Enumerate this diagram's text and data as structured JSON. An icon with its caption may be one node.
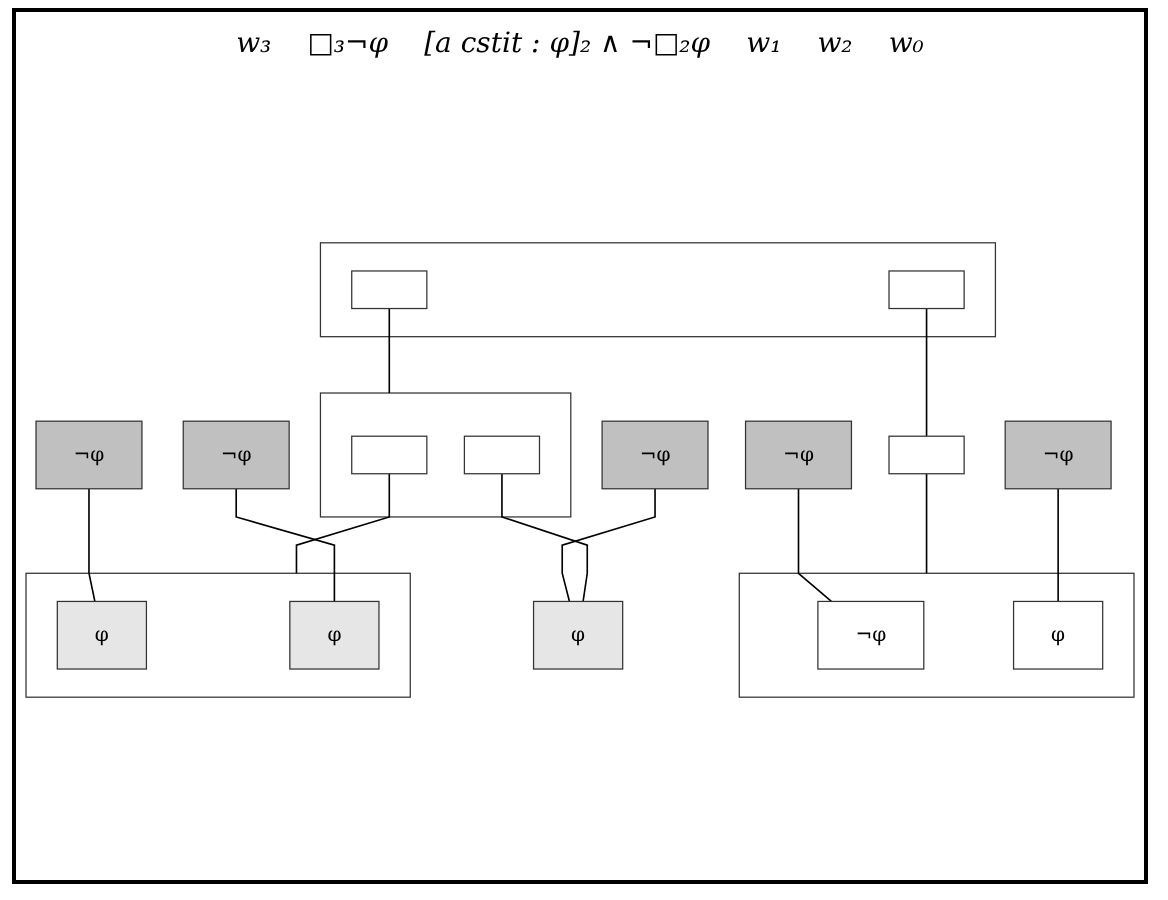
{
  "diagram": {
    "nodes": [
      {
        "text": [
          "¬φ"
        ]
      },
      {
        "text": [
          "¬φ"
        ]
      },
      {
        "text": [
          "¬φ"
        ]
      },
      {
        "text": [
          "¬φ"
        ]
      },
      {
        "text": [
          "¬φ"
        ]
      },
      {
        "text": [],
        "shape": "box"
      },
      {
        "text": [
          "φ"
        ],
        "in": 5
      },
      {
        "text": [
          "φ"
        ],
        "in": 5
      },
      {
        "text": [
          "φ"
        ]
      },
      {
        "text": [],
        "shape": "box"
      },
      {
        "text": [
          "¬φ"
        ],
        "in": 9
      },
      {
        "text": [
          "φ"
        ],
        "in": 9
      },
      {
        "text": [],
        "shape": "box"
      },
      {
        "text": [],
        "shape": "box",
        "in": 12
      },
      {
        "text": [],
        "shape": "box",
        "in": 12
      },
      {
        "text": [],
        "shape": "box"
      },
      {
        "text": [],
        "shape": "box"
      },
      {
        "text": [],
        "shape": "box",
        "in": 16
      },
      {
        "text": [],
        "shape": "box",
        "in": 16
      }
    ],
    "edges": [
      {
        "from": 6,
        "to": 0,
        "arrow": "none"
      },
      {
        "from": 7,
        "to": 1,
        "arrow": "none"
      },
      {
        "from": 8,
        "to": 2,
        "arrow": "none"
      },
      {
        "from": 10,
        "to": 3,
        "arrow": "none"
      },
      {
        "from": 11,
        "to": 4,
        "arrow": "none"
      },
      {
        "from": 5,
        "to": 13,
        "arrow": "none"
      },
      {
        "from": 8,
        "to": 14,
        "arrow": "none"
      },
      {
        "from": 9,
        "to": 15,
        "arrow": "none"
      },
      {
        "from": 12,
        "to": 17,
        "arrow": "none"
      },
      {
        "from": 15,
        "to": 18,
        "arrow": "none"
      }
    ],
    "labels": [
      "w₃",
      "□₃¬φ",
      "[a cstit : φ]₂ ∧ ¬□₂φ",
      "w₁",
      "w₂",
      "w₀"
    ]
  }
}
